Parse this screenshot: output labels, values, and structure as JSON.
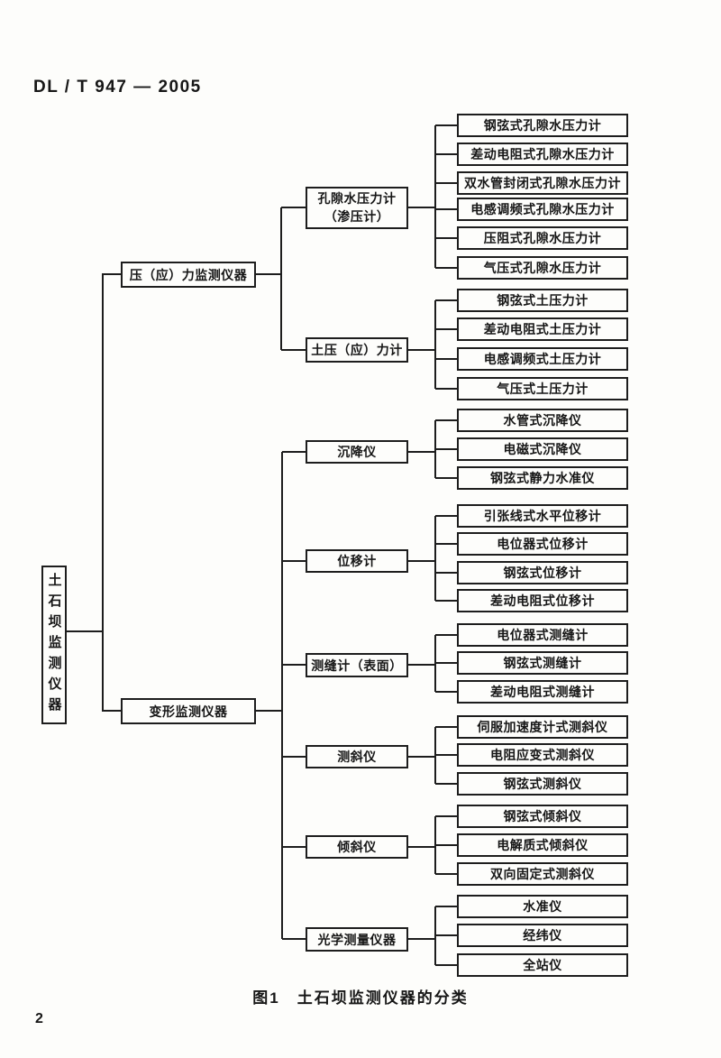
{
  "header": {
    "doc_number": "DL / T 947 — 2005"
  },
  "footer": {
    "page_number": "2"
  },
  "figure": {
    "caption": "图1　土石坝监测仪器的分类"
  },
  "tree": {
    "root": "土石坝监测仪器",
    "branches": {
      "pressure": "压（应）力监测仪器",
      "deformation": "变形监测仪器"
    },
    "categories": {
      "pore_pressure_line1": "孔隙水压力计",
      "pore_pressure_line2": "（渗压计）",
      "earth_pressure": "土压（应）力计",
      "settlement": "沉降仪",
      "displacement": "位移计",
      "joint": "测缝计（表面）",
      "inclinometer": "测斜仪",
      "tiltmeter": "倾斜仪",
      "optical": "光学测量仪器"
    },
    "leaves": {
      "pore_pressure": [
        "钢弦式孔隙水压力计",
        "差动电阻式孔隙水压力计",
        "双水管封闭式孔隙水压力计",
        "电感调频式孔隙水压力计",
        "压阻式孔隙水压力计",
        "气压式孔隙水压力计"
      ],
      "earth_pressure": [
        "钢弦式土压力计",
        "差动电阻式土压力计",
        "电感调频式土压力计",
        "气压式土压力计"
      ],
      "settlement": [
        "水管式沉降仪",
        "电磁式沉降仪",
        "钢弦式静力水准仪"
      ],
      "displacement": [
        "引张线式水平位移计",
        "电位器式位移计",
        "钢弦式位移计",
        "差动电阻式位移计"
      ],
      "joint": [
        "电位器式测缝计",
        "钢弦式测缝计",
        "差动电阻式测缝计"
      ],
      "inclinometer": [
        "伺服加速度计式测斜仪",
        "电阻应变式测斜仪",
        "钢弦式测斜仪"
      ],
      "tiltmeter": [
        "钢弦式倾斜仪",
        "电解质式倾斜仪",
        "双向固定式测斜仪"
      ],
      "optical": [
        "水准仪",
        "经纬仪",
        "全站仪"
      ]
    }
  }
}
